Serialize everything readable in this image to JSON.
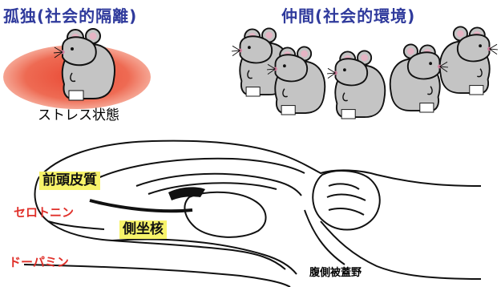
{
  "titles": {
    "isolation": "孤独(社会的隔離)",
    "group": "仲間(社会的環境)"
  },
  "labels": {
    "stress_state": "ストレス状態",
    "prefrontal_cortex": "前頭皮質",
    "nucleus_accumbens": "側坐核",
    "serotonin": "セロトニン",
    "dopamine": "ドーパミン",
    "vta": "腹側被蓋野"
  },
  "colors": {
    "title": "#2f3a9c",
    "stress_glow": "#e8402a",
    "mouse_body": "#bfbfbf",
    "highlight": "#f7f36a",
    "neurotransmitter": "#e0302a"
  }
}
